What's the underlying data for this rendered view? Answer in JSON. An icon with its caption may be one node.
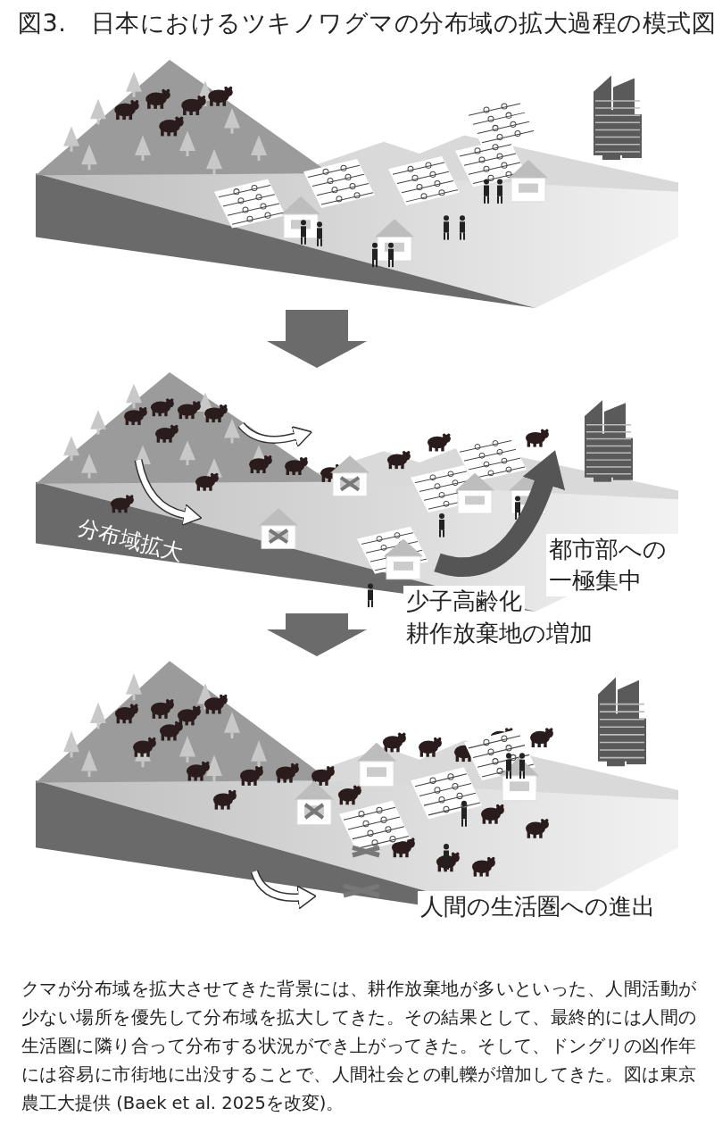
{
  "diagram": {
    "title": "図3.　日本におけるツキノワグマの分布域の拡大過程の模式図",
    "nodes": [
      {
        "text": [],
        "shape": "picture"
      },
      {
        "text": [],
        "shape": "picture"
      },
      {
        "text": [],
        "shape": "picture"
      }
    ],
    "edges": [
      {
        "from": 0,
        "to": 1,
        "arrow": "to"
      },
      {
        "from": 1,
        "to": 2,
        "arrow": "to"
      }
    ],
    "labels": [
      "分布域拡大",
      "都市部への一極集中",
      "少子高齢化",
      "耕作放棄地の増加",
      "人間の生活圏への進出"
    ],
    "caption": "クマが分布域を拡大させてきた背景には、耕作放棄地が多いといった、人間活動が少ない場所を優先して分布域を拡大してきた。その結果として、最終的には人間の生活圏に隣り合って分布する状況ができ上がってきた。そして、ドングリの凶作年には容易に市街地に出没することで、人間社会との軋轢が増加してきた。図は東京農工大提供 (Baek et al. 2025を改変)。"
  }
}
